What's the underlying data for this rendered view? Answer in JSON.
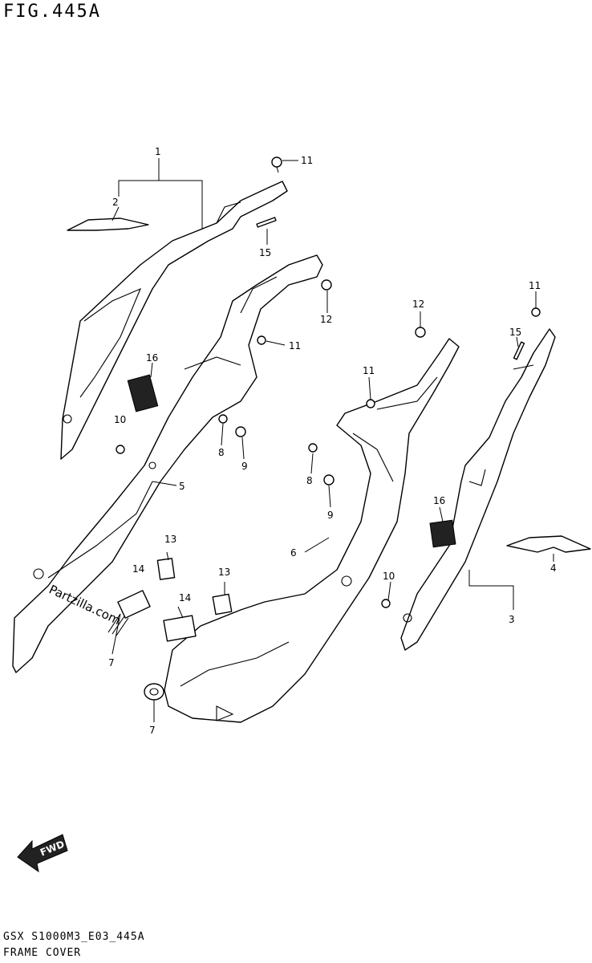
{
  "figure": {
    "title": "FIG.445A",
    "code": "GSX S1000M3_E03_445A",
    "caption": "FRAME COVER",
    "watermark": "Partzilla.com",
    "fwd_label": "FWD"
  },
  "callouts": [
    {
      "id": "c1",
      "label": "1"
    },
    {
      "id": "c2",
      "label": "2"
    },
    {
      "id": "c11a",
      "label": "11"
    },
    {
      "id": "c15a",
      "label": "15"
    },
    {
      "id": "c12a",
      "label": "12"
    },
    {
      "id": "c11b",
      "label": "11"
    },
    {
      "id": "c16a",
      "label": "16"
    },
    {
      "id": "c10a",
      "label": "10"
    },
    {
      "id": "c8a",
      "label": "8"
    },
    {
      "id": "c9a",
      "label": "9"
    },
    {
      "id": "c5",
      "label": "5"
    },
    {
      "id": "c13a",
      "label": "13"
    },
    {
      "id": "c14a",
      "label": "14"
    },
    {
      "id": "c7a",
      "label": "7"
    },
    {
      "id": "c13b",
      "label": "13"
    },
    {
      "id": "c14b",
      "label": "14"
    },
    {
      "id": "c7b",
      "label": "7"
    },
    {
      "id": "c6",
      "label": "6"
    },
    {
      "id": "c12b",
      "label": "12"
    },
    {
      "id": "c11c",
      "label": "11"
    },
    {
      "id": "c8b",
      "label": "8"
    },
    {
      "id": "c9b",
      "label": "9"
    },
    {
      "id": "c10b",
      "label": "10"
    },
    {
      "id": "c16b",
      "label": "16"
    },
    {
      "id": "c11d",
      "label": "11"
    },
    {
      "id": "c15b",
      "label": "15"
    },
    {
      "id": "c4",
      "label": "4"
    },
    {
      "id": "c3",
      "label": "3"
    }
  ]
}
